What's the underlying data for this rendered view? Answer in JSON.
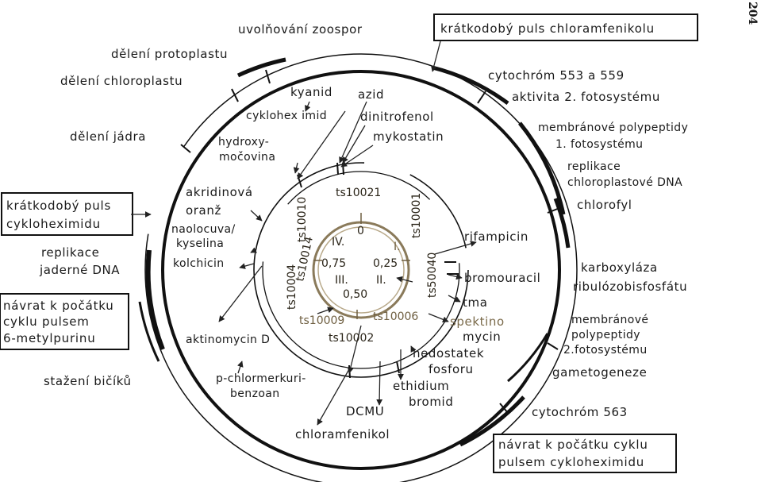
{
  "page_number": "204",
  "outer_labels": {
    "zoospore_release": "uvolňování zoospor",
    "protoplast_division": "dělení protoplastu",
    "chloroplast_division": "dělení chloroplastu",
    "nuclear_division": "dělení jádra",
    "nuclear_dna_replication_1": "replikace",
    "nuclear_dna_replication_2": "jaderné DNA",
    "flagella_retraction": "stažení bičíků",
    "cytochrome_553_559": "cytochróm 553 a 559",
    "photosystem2_activity": "aktivita 2. fotosystému",
    "membrane_ps1_1": "membránové polypeptidy",
    "membrane_ps1_2": "1. fotosystému",
    "chloroplast_dna_1": "replikace",
    "chloroplast_dna_2": "chloroplastové DNA",
    "chlorophyll": "chlorofyl",
    "carboxylase_1": "karboxyláza",
    "carboxylase_2": "ribulózobisfosfátu",
    "membrane_ps2_1": "membránové",
    "membrane_ps2_2": "polypeptidy",
    "membrane_ps2_3": "2.fotosystému",
    "gametogenesis": "gametogeneze",
    "cytochrome_563": "cytochróm 563"
  },
  "boxed_labels": {
    "chloramphenicol_pulse": "krátkodobý puls chloramfenikolu",
    "cycloheximide_pulse_1": "krátkodobý puls",
    "cycloheximide_pulse_2": "cykloheximidu",
    "methylpurine_return_1": "návrat k počátku",
    "methylpurine_return_2": "cyklu pulsem",
    "methylpurine_return_3": "6-metylpurinu",
    "cycloheximide_return_1": "návrat k počátku cyklu",
    "cycloheximide_return_2": "pulsem cykloheximidu"
  },
  "inhibitors": {
    "cyanide": "kyanid",
    "azide": "azid",
    "cycloheximide": "cyklohex imid",
    "dinitrophenol": "dinitrofenol",
    "hydroxyurea_1": "hydroxy-",
    "hydroxyurea_2": "močovina",
    "mycostatin": "mykostatin",
    "acridine_1": "akridinová",
    "acridine_2": "oranž",
    "nalidixic_1": "naolocuva/",
    "nalidixic_2": "kyselina",
    "colchicine": "kolchicin",
    "actinomycin": "aktinomycin D",
    "pcmb_1": "p-chlormerkuri-",
    "pcmb_2": "benzoan",
    "chloramphenicol": "chloramfenikol",
    "dcmu": "DCMU",
    "ethidium_1": "ethidium",
    "ethidium_2": "bromid",
    "phosphorus_1": "nedostatek",
    "phosphorus_2": "fosforu",
    "spectinomycin_1": "spektino",
    "spectinomycin_2": "mycin",
    "tma": "tma",
    "bromouracil": "bromouracil",
    "rifampicin": "rifampicin"
  },
  "mutants": {
    "ts10021": "ts10021",
    "ts10001": "ts10001",
    "ts10010": "ts10010",
    "ts10014": "ts10014",
    "ts10004": "ts10004",
    "ts50040": "ts50040",
    "ts10009": "ts10009",
    "ts10006": "ts10006",
    "ts10002": "ts10002"
  },
  "cycle": {
    "phase_0": "0",
    "phase_025": "0,25",
    "phase_050": "0,50",
    "phase_075": "0,75",
    "quadrant_1": "I.",
    "quadrant_2": "II.",
    "quadrant_3": "III.",
    "quadrant_4": "IV."
  }
}
